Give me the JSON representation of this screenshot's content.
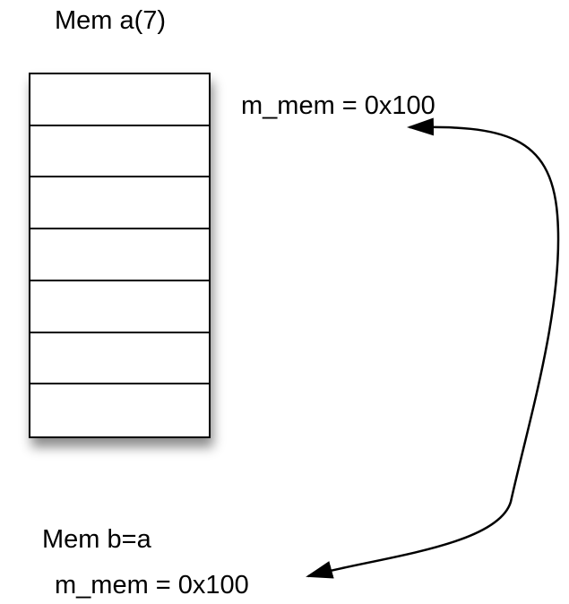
{
  "object_a": {
    "title": "Mem a(7)",
    "pointer_label": "m_mem = 0x100",
    "cell_count": 7
  },
  "object_b": {
    "title": "Mem b=a",
    "pointer_label": "m_mem = 0x100"
  },
  "colors": {
    "ink": "#000000",
    "background": "#ffffff"
  }
}
